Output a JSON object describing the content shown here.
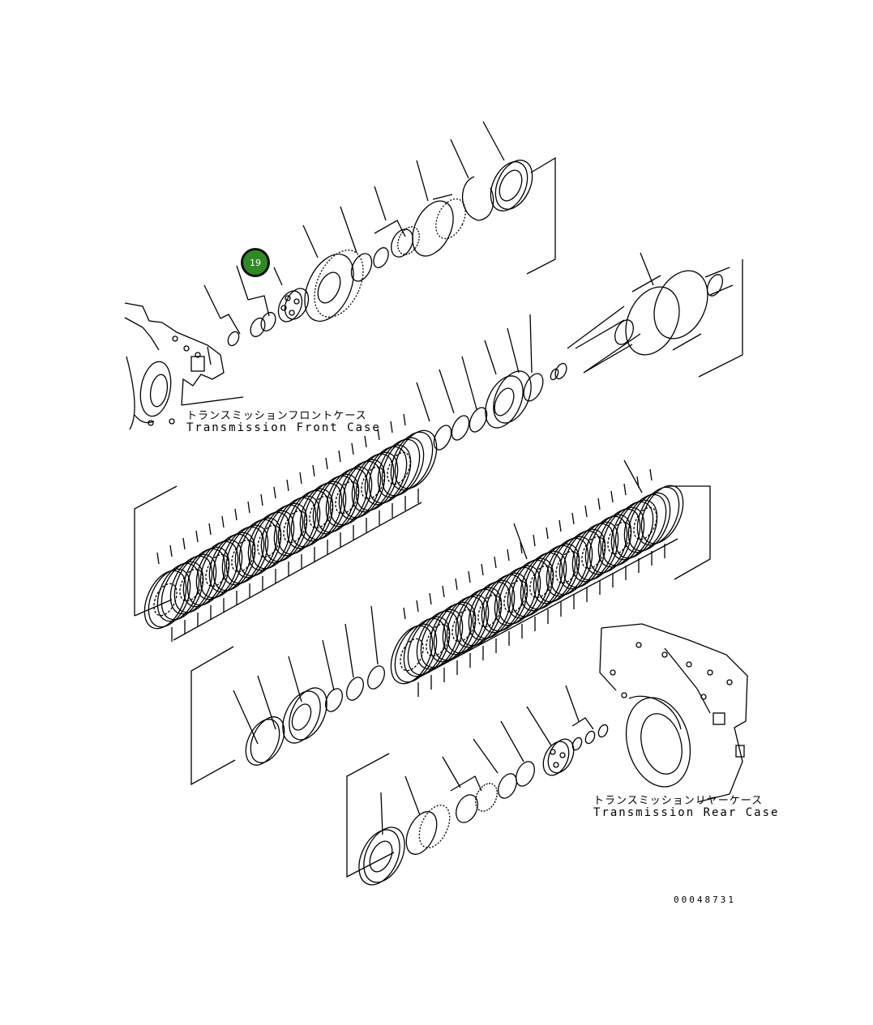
{
  "callout": {
    "number": "19",
    "color": "#2f8a24"
  },
  "front_case": {
    "label_jp": "トランスミッションフロントケース",
    "label_en": "Transmission Front Case"
  },
  "rear_case": {
    "label_jp": "トランスミッションリヤーケース",
    "label_en": "Transmission Rear Case"
  },
  "drawing_id": "00048731",
  "icons": {
    "part_callout": "green-circle-callout"
  }
}
